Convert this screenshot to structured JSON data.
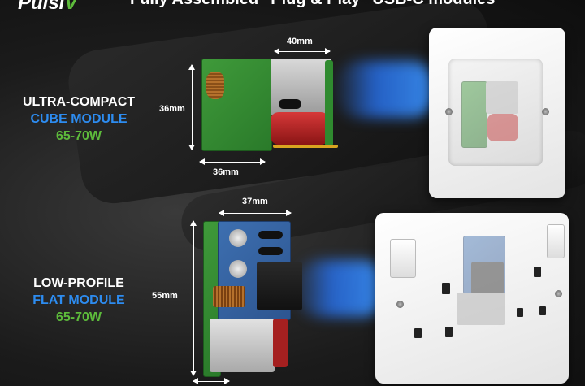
{
  "brand": {
    "logo_text": "Pulsi",
    "logo_accent": "V"
  },
  "headline": "Fully Assembled \"Plug & Play\" USB-C modules",
  "cube": {
    "line1": "ULTRA-COMPACT",
    "line2": "CUBE MODULE",
    "power": "65-70W",
    "dim_top": "40mm",
    "dim_side": "36mm",
    "dim_bottom": "36mm"
  },
  "flat": {
    "line1": "LOW-PROFILE",
    "line2": "FLAT MODULE",
    "power": "65-70W",
    "dim_top": "37mm",
    "dim_side": "55mm"
  },
  "colors": {
    "green": "#5dbb3b",
    "blue": "#2d8cf0",
    "white": "#ffffff"
  }
}
